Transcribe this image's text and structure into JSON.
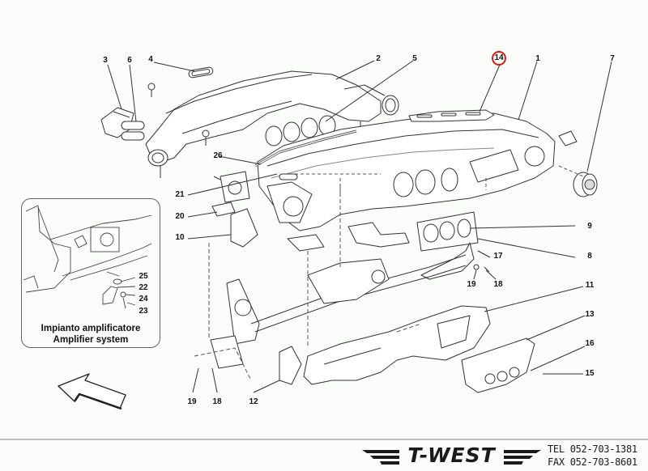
{
  "diagram": {
    "title": "Dashboard / Instrument panel exploded parts diagram",
    "highlight_color": "#e01818",
    "line_color": "#333333",
    "callouts": [
      {
        "id": "1",
        "label": "1"
      },
      {
        "id": "2",
        "label": "2"
      },
      {
        "id": "3",
        "label": "3"
      },
      {
        "id": "4",
        "label": "4"
      },
      {
        "id": "5",
        "label": "5"
      },
      {
        "id": "6",
        "label": "6"
      },
      {
        "id": "7",
        "label": "7"
      },
      {
        "id": "8",
        "label": "8"
      },
      {
        "id": "9",
        "label": "9"
      },
      {
        "id": "10",
        "label": "10"
      },
      {
        "id": "11",
        "label": "11"
      },
      {
        "id": "12",
        "label": "12"
      },
      {
        "id": "13",
        "label": "13"
      },
      {
        "id": "14",
        "label": "14",
        "highlighted": true
      },
      {
        "id": "15",
        "label": "15"
      },
      {
        "id": "16",
        "label": "16"
      },
      {
        "id": "17",
        "label": "17"
      },
      {
        "id": "18a",
        "label": "18"
      },
      {
        "id": "18b",
        "label": "18"
      },
      {
        "id": "19a",
        "label": "19"
      },
      {
        "id": "19b",
        "label": "19"
      },
      {
        "id": "20",
        "label": "20"
      },
      {
        "id": "21",
        "label": "21"
      },
      {
        "id": "26",
        "label": "26"
      }
    ]
  },
  "inset": {
    "caption_it": "Impianto amplificatore",
    "caption_en": "Amplifier system",
    "callouts": [
      {
        "id": "25",
        "label": "25"
      },
      {
        "id": "22",
        "label": "22"
      },
      {
        "id": "24",
        "label": "24"
      },
      {
        "id": "23",
        "label": "23"
      }
    ]
  },
  "direction_arrow": {
    "icon": "arrow-up-left-icon",
    "meaning": "vehicle front direction"
  },
  "footer": {
    "brand": "T-WEST",
    "tel": "TEL 052-703-1381",
    "fax": "FAX 052-703-8601"
  }
}
